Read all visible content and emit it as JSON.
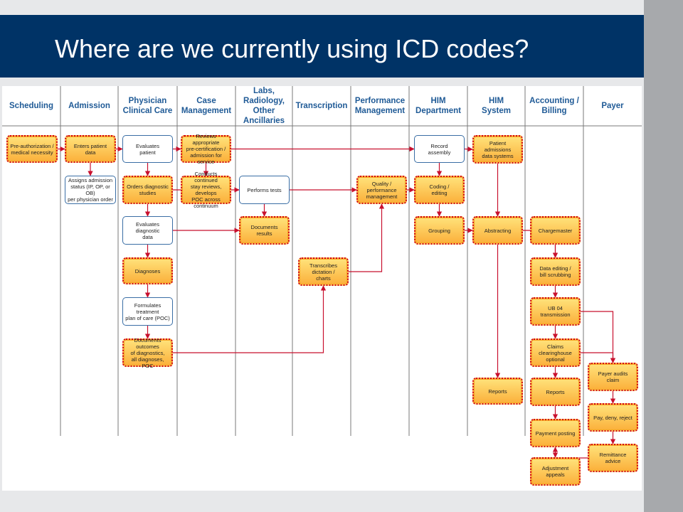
{
  "slide": {
    "title": "Where are we currently using ICD codes?"
  },
  "columns": [
    {
      "id": "scheduling",
      "label": "Scheduling"
    },
    {
      "id": "admission",
      "label": "Admission"
    },
    {
      "id": "physician",
      "label": "Physician\nClinical Care"
    },
    {
      "id": "case",
      "label": "Case\nManagement"
    },
    {
      "id": "labs",
      "label": "Labs, Radiology,\nOther Ancillaries"
    },
    {
      "id": "transcription",
      "label": "Transcription"
    },
    {
      "id": "performance",
      "label": "Performance\nManagement"
    },
    {
      "id": "himdept",
      "label": "HIM\nDepartment"
    },
    {
      "id": "himsys",
      "label": "HIM\nSystem"
    },
    {
      "id": "accounting",
      "label": "Accounting /\nBilling"
    },
    {
      "id": "payer",
      "label": "Payer"
    }
  ],
  "nodes": [
    {
      "id": "preauth",
      "text": "Pre-authorization /\nmedical necessity",
      "style": "highlight"
    },
    {
      "id": "enters",
      "text": "Enters patient\ndata",
      "style": "highlight"
    },
    {
      "id": "assigns",
      "text": "Assigns admission\nstatus (IP, OP, or OB)\nper physician order",
      "style": "plain"
    },
    {
      "id": "evalpatient",
      "text": "Evaluates\npatient",
      "style": "plain"
    },
    {
      "id": "orders",
      "text": "Orders diagnostic\nstudies",
      "style": "highlight"
    },
    {
      "id": "evaldiag",
      "text": "Evaluates diagnostic\ndata",
      "style": "plain"
    },
    {
      "id": "diagnoses",
      "text": "Diagnoses",
      "style": "highlight"
    },
    {
      "id": "formulates",
      "text": "Formulates treatment\nplan of care (POC)",
      "style": "plain"
    },
    {
      "id": "docoutcomes",
      "text": "Documents outcomes\nof diagnostics,\nall diagnoses, POC",
      "style": "highlight"
    },
    {
      "id": "reviews",
      "text": "Reviews appropriate\npre-certification /\nadmission for service",
      "style": "highlight"
    },
    {
      "id": "conducts",
      "text": "Conducts continued\nstay reviews, develops\nPOC across continuum",
      "style": "highlight"
    },
    {
      "id": "performs",
      "text": "Performs tests",
      "style": "plain"
    },
    {
      "id": "docresults",
      "text": "Documents\nresults",
      "style": "highlight"
    },
    {
      "id": "transcribes",
      "text": "Transcribes\ndictation /\ncharts",
      "style": "highlight"
    },
    {
      "id": "quality",
      "text": "Quality /\nperformance\nmanagement",
      "style": "highlight"
    },
    {
      "id": "record",
      "text": "Record\nassembly",
      "style": "plain"
    },
    {
      "id": "coding",
      "text": "Coding /\nediting",
      "style": "highlight"
    },
    {
      "id": "grouping",
      "text": "Grouping",
      "style": "highlight"
    },
    {
      "id": "patientsys",
      "text": "Patient\nadmissions\ndata systems",
      "style": "highlight"
    },
    {
      "id": "abstracting",
      "text": "Abstracting",
      "style": "highlight"
    },
    {
      "id": "reportshim",
      "text": "Reports",
      "style": "highlight"
    },
    {
      "id": "chargemaster",
      "text": "Chargemaster",
      "style": "highlight"
    },
    {
      "id": "dataediting",
      "text": "Data editing /\nbill scrubbing",
      "style": "highlight"
    },
    {
      "id": "ub04",
      "text": "UB 04\ntransmission",
      "style": "highlight"
    },
    {
      "id": "claims",
      "text": "Claims\nclearinghouse\noptional",
      "style": "highlight"
    },
    {
      "id": "reportsacct",
      "text": "Reports",
      "style": "highlight"
    },
    {
      "id": "payment",
      "text": "Payment posting",
      "style": "highlight"
    },
    {
      "id": "adjustment",
      "text": "Adjustment  appeals",
      "style": "highlight"
    },
    {
      "id": "payeraudit",
      "text": "Payer audits claim",
      "style": "highlight"
    },
    {
      "id": "paydeny",
      "text": "Pay, deny, reject",
      "style": "highlight"
    },
    {
      "id": "remittance",
      "text": "Remittance advice",
      "style": "highlight"
    }
  ],
  "edges": [
    [
      "enters",
      "assigns"
    ],
    [
      "preauth",
      "enters"
    ],
    [
      "enters",
      "evalpatient"
    ],
    [
      "evalpatient",
      "orders"
    ],
    [
      "orders",
      "evaldiag"
    ],
    [
      "evaldiag",
      "diagnoses"
    ],
    [
      "diagnoses",
      "formulates"
    ],
    [
      "formulates",
      "docoutcomes"
    ],
    [
      "evalpatient",
      "reviews"
    ],
    [
      "reviews",
      "conducts"
    ],
    [
      "reviews",
      "record"
    ],
    [
      "orders",
      "performs"
    ],
    [
      "performs",
      "docresults"
    ],
    [
      "performs",
      "quality"
    ],
    [
      "evaldiag",
      "docresults"
    ],
    [
      "docoutcomes",
      "transcribes"
    ],
    [
      "transcribes",
      "quality"
    ],
    [
      "quality",
      "coding"
    ],
    [
      "record",
      "coding"
    ],
    [
      "coding",
      "grouping"
    ],
    [
      "grouping",
      "abstracting"
    ],
    [
      "patientsys",
      "abstracting"
    ],
    [
      "record",
      "patientsys"
    ],
    [
      "abstracting",
      "reportshim"
    ],
    [
      "abstracting",
      "dataediting"
    ],
    [
      "chargemaster",
      "dataediting"
    ],
    [
      "dataediting",
      "ub04"
    ],
    [
      "ub04",
      "claims"
    ],
    [
      "ub04",
      "payeraudit"
    ],
    [
      "claims",
      "payeraudit"
    ],
    [
      "claims",
      "reportsacct"
    ],
    [
      "reportsacct",
      "payment"
    ],
    [
      "payment",
      "adjustment"
    ],
    [
      "payeraudit",
      "paydeny"
    ],
    [
      "paydeny",
      "remittance"
    ],
    [
      "remittance",
      "payment"
    ]
  ],
  "colors": {
    "title_bg": "#003366",
    "title_text": "#ffffff",
    "header_text": "#1f5a96",
    "highlight_fill": "#fbc64a",
    "highlight_border": "#d0021b",
    "plain_border": "#3a6ea5",
    "arrow": "#c8102e",
    "lane_line": "#7a7a7a",
    "right_strip": "#a7a9ac"
  }
}
